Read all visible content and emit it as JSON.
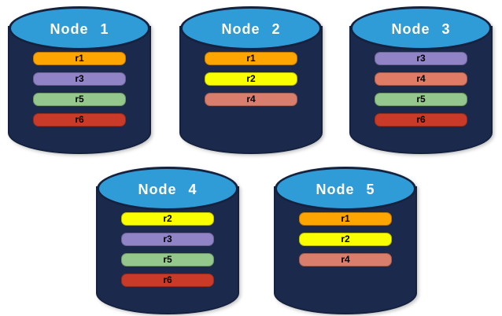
{
  "diagram": {
    "type": "database-replica-distribution",
    "background": "#FFFFFF"
  },
  "colors": {
    "cylinder_top": "#2F9CD8",
    "cylinder_body": "#1B2A4C",
    "cylinder_outline": "#14223F",
    "title_text": "#FFFFFF",
    "bar_text": "#000000"
  },
  "replica_colors": {
    "r1": "#FFA502",
    "r2": "#FAFF00",
    "r3": "#9083C6",
    "r4": "#D97E6C",
    "r5": "#94C78C",
    "r6": "#C93A28"
  },
  "nodes": [
    {
      "name": "Node 1",
      "replicas": [
        {
          "label": "r1",
          "color": "#FFA502"
        },
        {
          "label": "r3",
          "color": "#9083C6"
        },
        {
          "label": "r5",
          "color": "#94C78C"
        },
        {
          "label": "r6",
          "color": "#C93A28"
        }
      ]
    },
    {
      "name": "Node 2",
      "replicas": [
        {
          "label": "r1",
          "color": "#FFA502"
        },
        {
          "label": "r2",
          "color": "#FAFF00"
        },
        {
          "label": "r4",
          "color": "#D97E6C"
        }
      ]
    },
    {
      "name": "Node 3",
      "replicas": [
        {
          "label": "r3",
          "color": "#9083C6"
        },
        {
          "label": "r4",
          "color": "#E07B66"
        },
        {
          "label": "r5",
          "color": "#94C78C"
        },
        {
          "label": "r6",
          "color": "#C93A28"
        }
      ]
    },
    {
      "name": "Node 4",
      "replicas": [
        {
          "label": "r2",
          "color": "#FAFF00"
        },
        {
          "label": "r3",
          "color": "#9083C6"
        },
        {
          "label": "r5",
          "color": "#94C78C"
        },
        {
          "label": "r6",
          "color": "#C93A28"
        }
      ]
    },
    {
      "name": "Node 5",
      "replicas": [
        {
          "label": "r1",
          "color": "#FFA502"
        },
        {
          "label": "r2",
          "color": "#FAFF00"
        },
        {
          "label": "r4",
          "color": "#D97E6C"
        }
      ]
    }
  ]
}
